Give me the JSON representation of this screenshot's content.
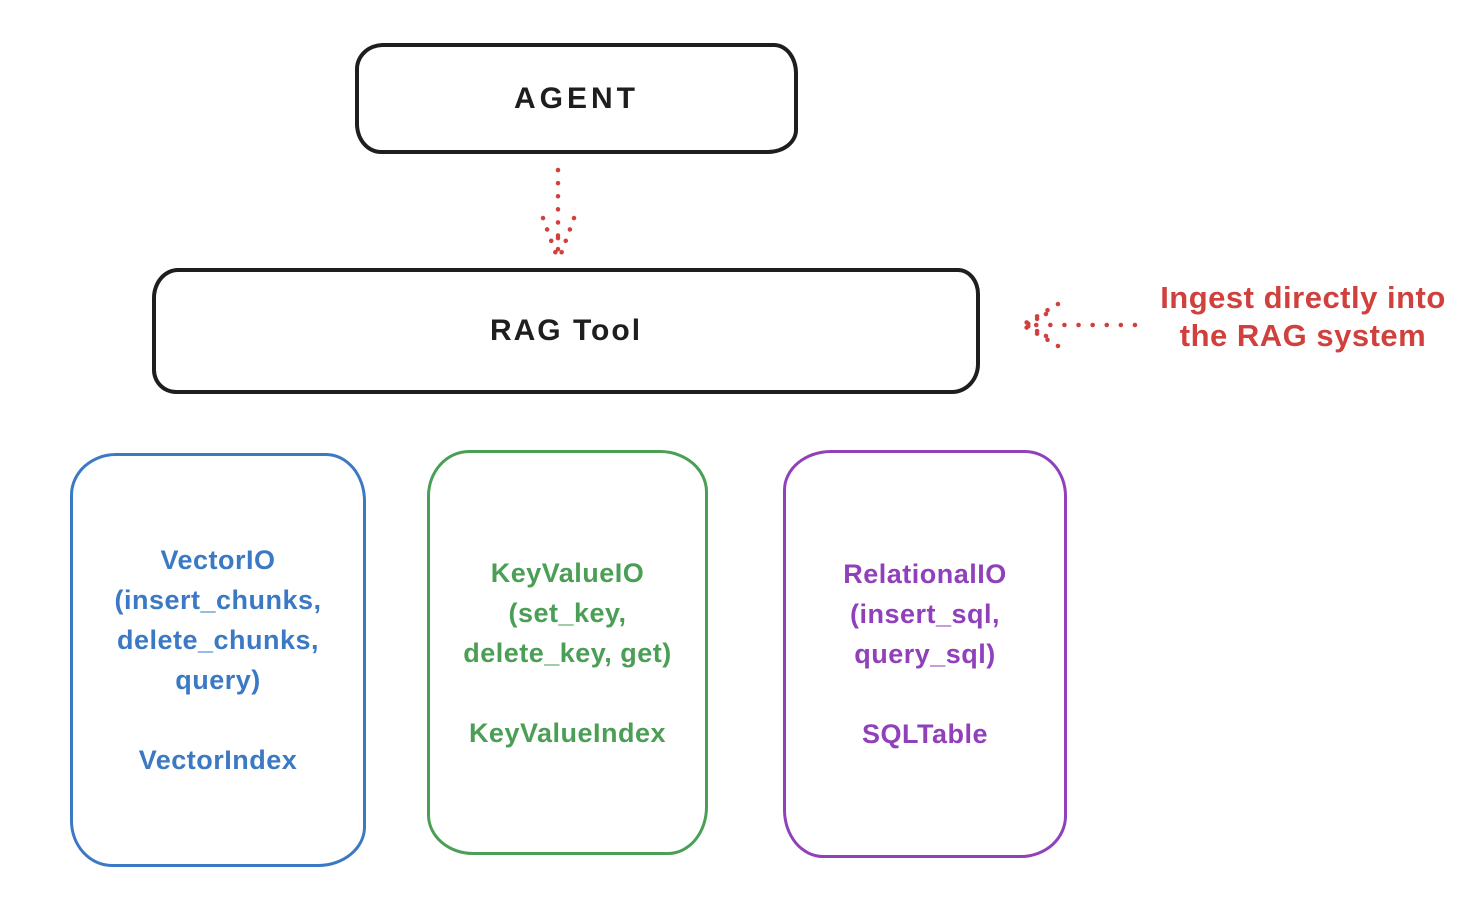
{
  "colors": {
    "ink": "#1e1e1e",
    "accent_red": "#d0403d",
    "vector_blue": "#3b79c4",
    "keyvalue_green": "#4a9e55",
    "relational_purple": "#9040bb"
  },
  "agent": {
    "label": "AGENT"
  },
  "rag_tool": {
    "label": "RAG Tool"
  },
  "annotation": {
    "line1": "Ingest directly into",
    "line2": "the RAG system"
  },
  "arrows": [
    {
      "name": "agent-to-rag-tool",
      "style": "dotted",
      "color": "#d0403d",
      "direction": "down"
    },
    {
      "name": "ingest-into-rag",
      "style": "dotted",
      "color": "#d0403d",
      "direction": "left"
    }
  ],
  "backends": [
    {
      "name": "vector-io",
      "lines": [
        "VectorIO",
        "(insert_chunks,",
        "delete_chunks,",
        "query)"
      ],
      "index": "VectorIndex",
      "color": "#3b79c4"
    },
    {
      "name": "keyvalue-io",
      "lines": [
        "KeyValueIO",
        "(set_key,",
        "delete_key, get)"
      ],
      "index": "KeyValueIndex",
      "color": "#4a9e55"
    },
    {
      "name": "relational-io",
      "lines": [
        "RelationalIO",
        "(insert_sql,",
        "query_sql)"
      ],
      "index": "SQLTable",
      "color": "#9040bb"
    }
  ]
}
